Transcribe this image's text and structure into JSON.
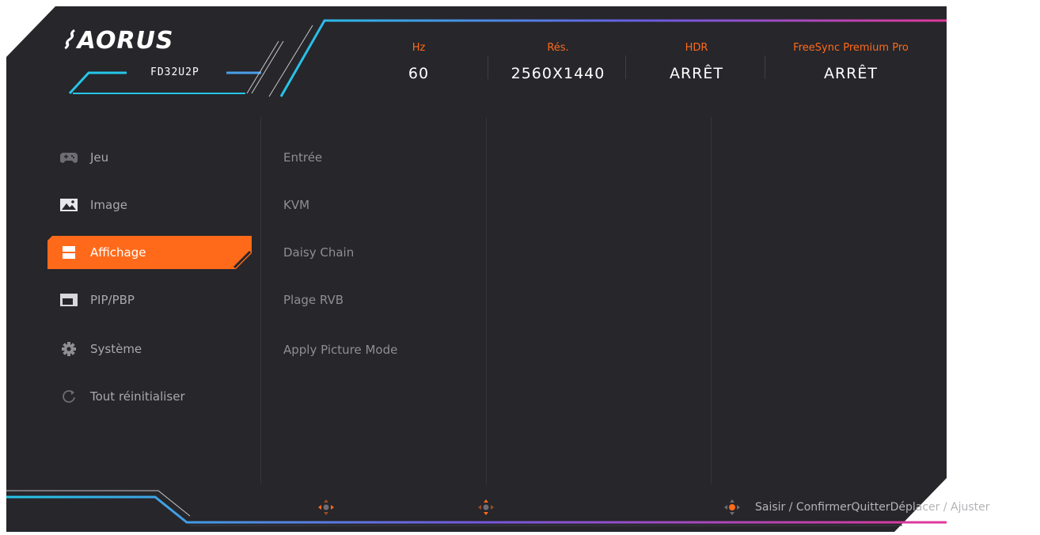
{
  "brand": {
    "logo_text": "AORUS",
    "model": "FD32U2P"
  },
  "status": [
    {
      "label": "Hz",
      "value": "60"
    },
    {
      "label": "Rés.",
      "value": "2560X1440"
    },
    {
      "label": "HDR",
      "value": "ARRÊT"
    },
    {
      "label": "FreeSync Premium Pro",
      "value": "ARRÊT"
    }
  ],
  "menu": [
    {
      "label": "Jeu",
      "icon": "gamepad-icon",
      "active": false
    },
    {
      "label": "Image",
      "icon": "picture-icon",
      "active": false
    },
    {
      "label": "Affichage",
      "icon": "display-icon",
      "active": true
    },
    {
      "label": "PIP/PBP",
      "icon": "pip-icon",
      "active": false
    },
    {
      "label": "Système",
      "icon": "gear-icon",
      "active": false
    },
    {
      "label": "Tout réinitialiser",
      "icon": "reset-icon",
      "active": false
    }
  ],
  "submenu": [
    "Entrée",
    "KVM",
    "Daisy Chain",
    "Plage RVB",
    "Apply Picture Mode"
  ],
  "footer": {
    "enter": "Saisir / Confirmer",
    "quit": "Quitter",
    "move": "Déplacer / Ajuster"
  },
  "colors": {
    "accent": "#ff6a1a",
    "cyan": "#29c4e6",
    "magenta": "#e0389a",
    "panel": "#26262b"
  }
}
